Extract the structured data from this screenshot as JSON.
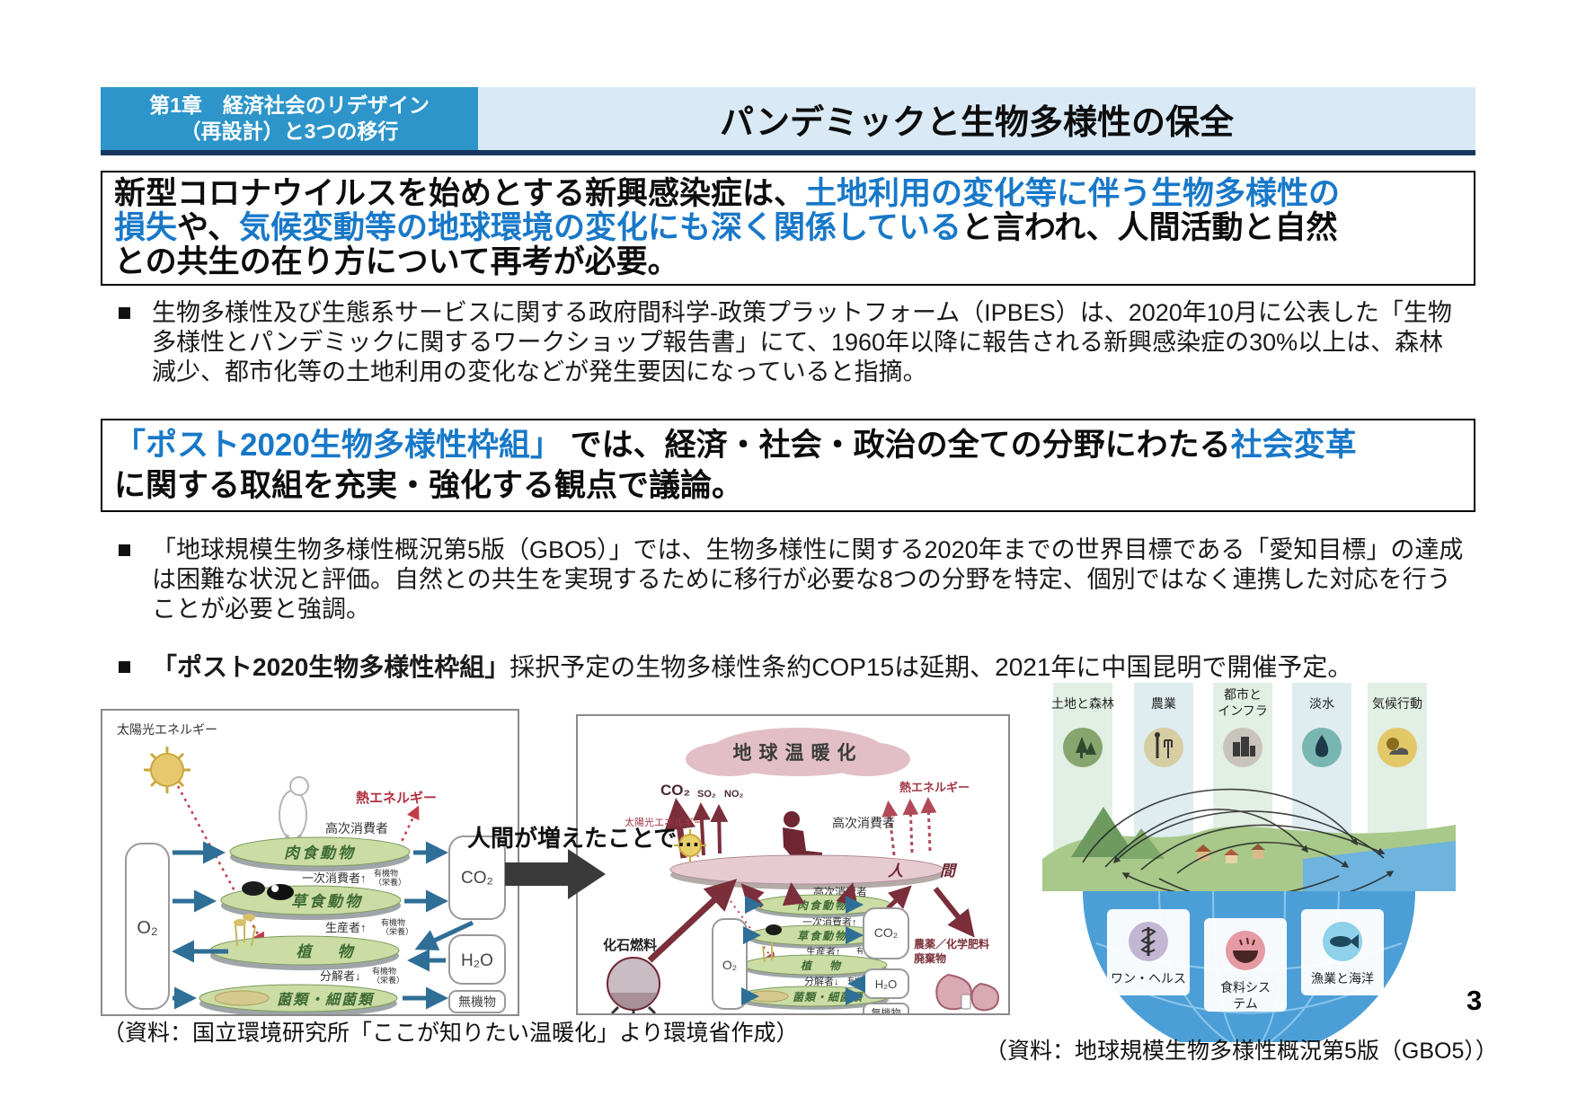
{
  "header": {
    "chapter_line1": "第1章　経済社会のリデザイン",
    "chapter_line2": "（再設計）と3つの移行",
    "title": "パンデミックと生物多様性の保全"
  },
  "box1": {
    "l1a": "新型コロナウイルスを始めとする新興感染症は、",
    "l1b": "土地利用の変化等に伴う生物多様性の",
    "l2a": "損失",
    "l2b": "や、",
    "l2c": "気候変動等の地球環境の変化にも深く関係している",
    "l2d": "と言われ、人間活動と自然",
    "l3": "との共生の在り方について再考が必要。"
  },
  "bullets": {
    "b1": "生物多様性及び生態系サービスに関する政府間科学-政策プラットフォーム（IPBES）は、2020年10月に公表した「生物多様性とパンデミックに関するワークショップ報告書」にて、1960年以降に報告される新興感染症の30%以上は、森林減少、都市化等の土地利用の変化などが発生要因になっていると指摘。",
    "b2": "「地球規模生物多様性概況第5版（GBO5）」では、生物多様性に関する2020年までの世界目標である「愛知目標」の達成は困難な状況と評価。自然との共生を実現するために移行が必要な8つの分野を特定、個別ではなく連携した対応を行うことが必要と強調。",
    "b3_bold": "「ポスト2020生物多様性枠組」",
    "b3_rest": "採択予定の生物多様性条約COP15は延期、2021年に中国昆明で開催予定。"
  },
  "box2": {
    "l1a": "「ポスト2020生物多様性枠組」",
    "l1b": " では、経済・社会・政治の全ての分野にわたる",
    "l1c": "社会変革",
    "l2": "に関する取組を充実・強化する観点で議論。"
  },
  "transition": {
    "label": "人間が増えたことで…"
  },
  "dl": {
    "solar": "太陽光エネルギー",
    "heat": "熱エネルギー",
    "high": "高次消費者",
    "primary": "一次消費者↑",
    "producer": "生産者↑",
    "decomposer": "分解者↓",
    "organic": "有機物",
    "nutrition": "（栄養）",
    "carnivore": "肉食動物",
    "herbivore": "草食動物",
    "plants": "植　物",
    "fungi": "菌類・細菌類",
    "o2": "O₂",
    "co2": "CO₂",
    "h2o": "H₂O",
    "inorganic": "無機物"
  },
  "dm": {
    "warming": "地球温暖化",
    "co2": "CO₂",
    "so2": "SO₂",
    "no2": "NO₂",
    "heat": "熱エネルギー",
    "solar": "太陽光エネルギー",
    "high": "高次消費者",
    "human": "人　間",
    "fossil": "化石燃料",
    "carnivore": "肉食動物",
    "primary": "一次消費者↑",
    "herbivore": "草食動物",
    "producer": "生産者↑",
    "plants": "植　物",
    "decomposer": "分解者↓",
    "fungi": "菌類・細菌類",
    "organic": "有機物(栄養)",
    "o2": "O₂",
    "h2o": "H₂O",
    "inorganic": "無機物",
    "waste1": "農薬／化学肥料",
    "waste2": "廃棄物"
  },
  "dr": {
    "land": "土地と森林",
    "agri": "農業",
    "city1": "都市と",
    "city2": "インフラ",
    "fresh": "淡水",
    "climate": "気候行動",
    "health": "ワン・ヘルス",
    "food1": "食料シス",
    "food2": "テム",
    "fishery": "漁業と海洋"
  },
  "captions": {
    "left": "（資料：国立環境研究所「ここが知りたい温暖化」より環境省作成）",
    "right": "（資料：地球規模生物多様性概況第5版（GBO5））"
  },
  "page": {
    "number": "3"
  },
  "colors": {
    "chapter_bg": "#2D95CA",
    "title_bg": "#D9EAF6",
    "header_underline": "#17375E",
    "accent_blue": "#1878C8",
    "maroon": "#7A2F3A",
    "red": "#C23B4B",
    "arrow_blue": "#2F6E96",
    "platter_green": "#CBDCA4"
  }
}
